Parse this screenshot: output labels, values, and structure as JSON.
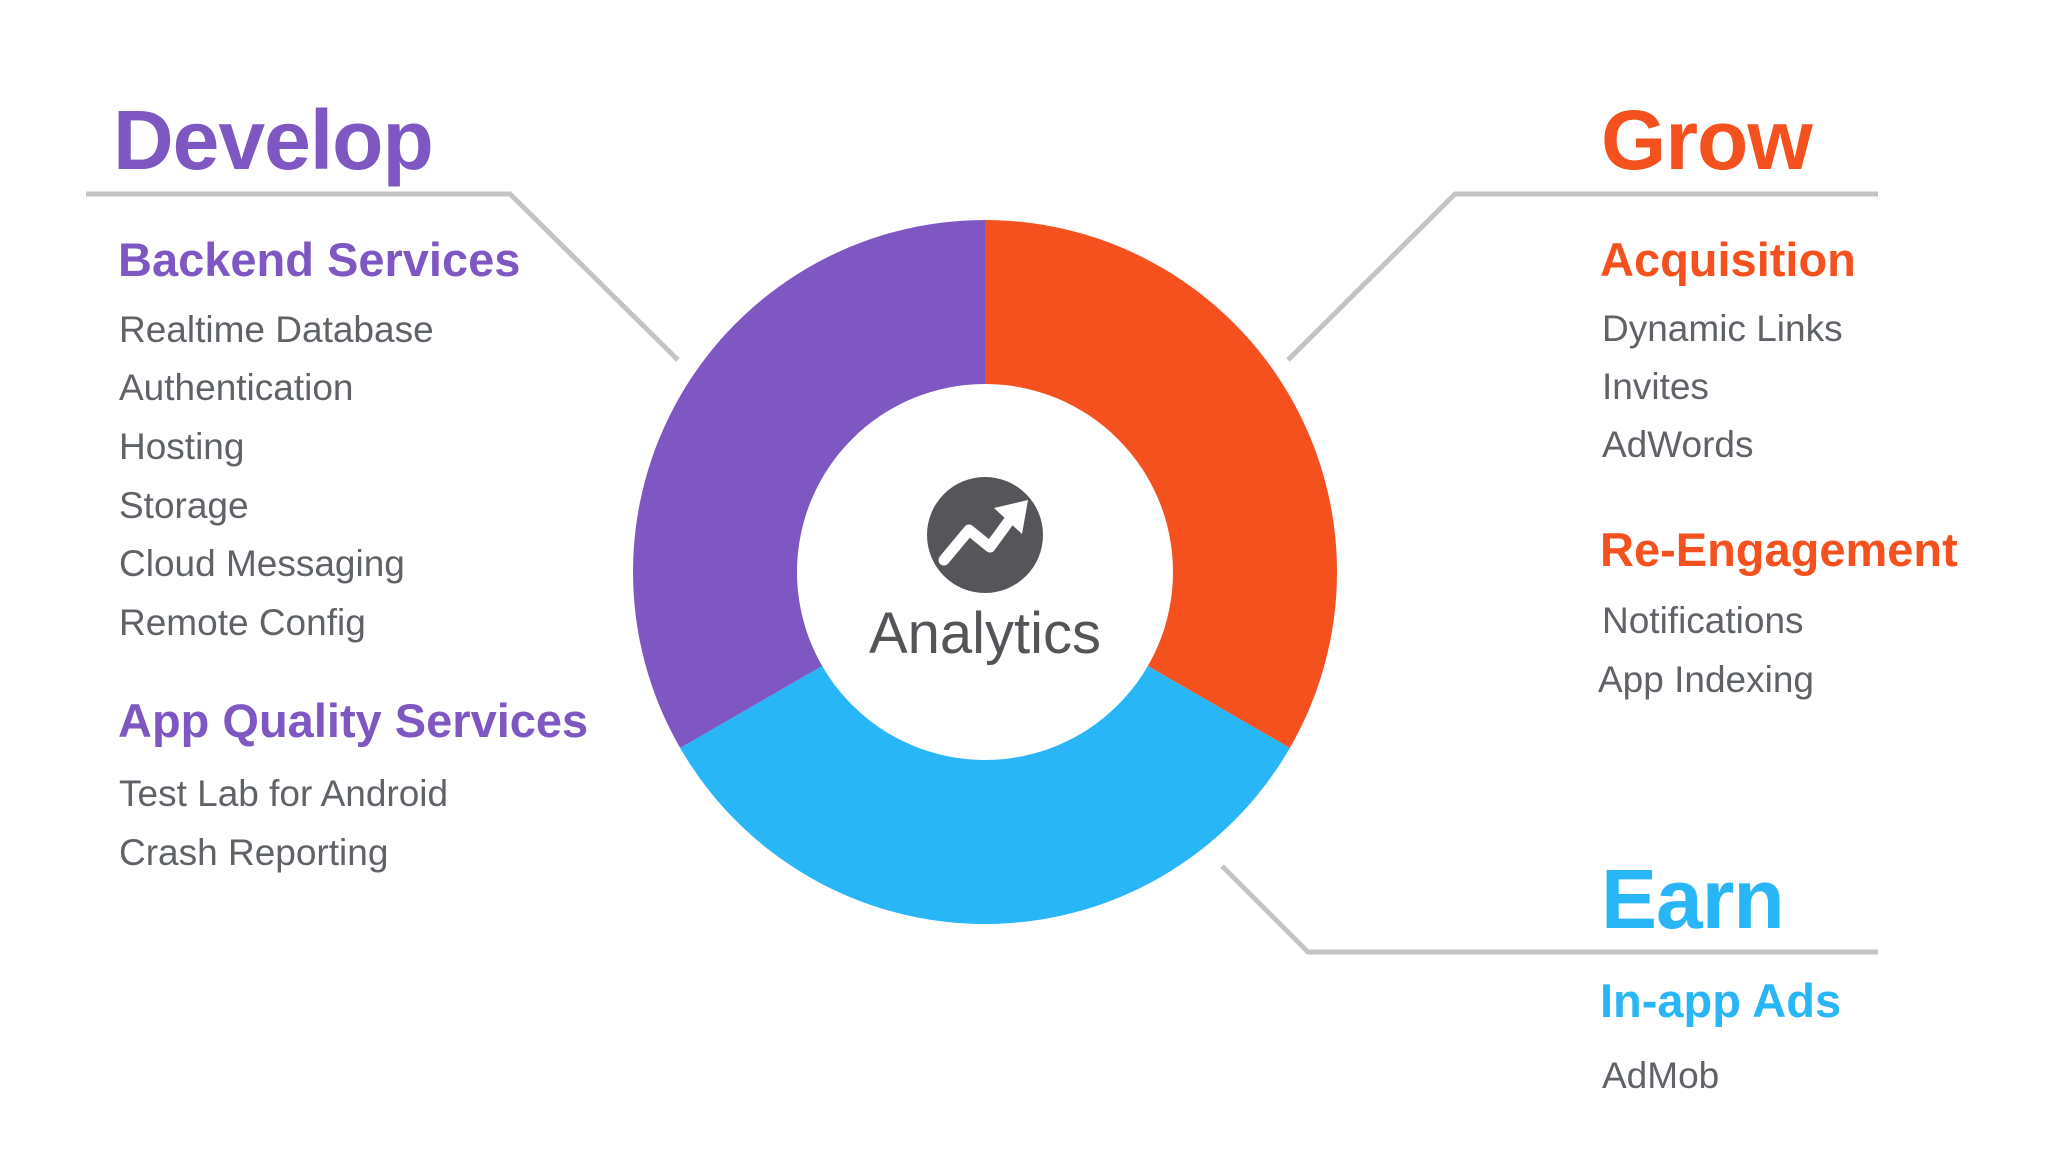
{
  "colors": {
    "develop": "#7e57c2",
    "grow": "#f4511e",
    "earn": "#29b6f6",
    "connector": "#c4c4c4",
    "item_text": "#5f6368",
    "center_icon": "#56565a"
  },
  "center": {
    "label": "Analytics",
    "icon": "trending-up-icon"
  },
  "develop": {
    "title": "Develop",
    "groups": [
      {
        "heading": "Backend Services",
        "items": [
          "Realtime Database",
          "Authentication",
          "Hosting",
          "Storage",
          "Cloud Messaging",
          "Remote Config"
        ]
      },
      {
        "heading": "App Quality Services",
        "items": [
          "Test Lab for Android",
          "Crash Reporting"
        ]
      }
    ]
  },
  "grow": {
    "title": "Grow",
    "groups": [
      {
        "heading": "Acquisition",
        "items": [
          "Dynamic Links",
          "Invites",
          "AdWords"
        ]
      },
      {
        "heading": "Re-Engagement",
        "items": [
          "Notifications",
          "App Indexing"
        ]
      }
    ]
  },
  "earn": {
    "title": "Earn",
    "groups": [
      {
        "heading": "In-app Ads",
        "items": [
          "AdMob"
        ]
      }
    ]
  }
}
